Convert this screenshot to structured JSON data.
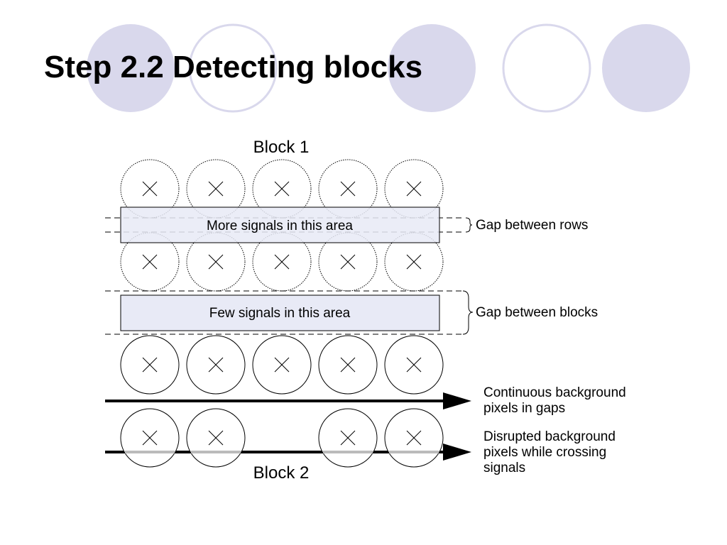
{
  "slide": {
    "title": "Step 2.2 Detecting blocks"
  },
  "diagram": {
    "block1_label": "Block 1",
    "block2_label": "Block 2",
    "row_gap_box_text": "More signals in this area",
    "block_gap_box_text": "Few signals in this area",
    "row_gap_label": "Gap between rows",
    "block_gap_label": "Gap between blocks",
    "continuous_label": [
      "Continuous background",
      "pixels in gaps"
    ],
    "disrupted_label": [
      "Disrupted background",
      "pixels while crossing",
      "signals"
    ]
  },
  "colors": {
    "decor_fill": "#d9d8ec",
    "decor_stroke": "#d9d8ec",
    "box_fill": "#e8eaf6"
  }
}
